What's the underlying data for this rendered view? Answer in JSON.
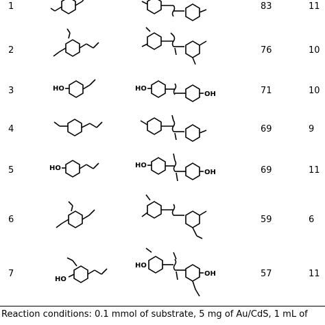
{
  "rows": [
    {
      "entry": "1",
      "value1": "83",
      "value2": "11"
    },
    {
      "entry": "2",
      "value1": "76",
      "value2": "10"
    },
    {
      "entry": "3",
      "value1": "71",
      "value2": "10"
    },
    {
      "entry": "4",
      "value1": "69",
      "value2": "9"
    },
    {
      "entry": "5",
      "value1": "69",
      "value2": "11"
    },
    {
      "entry": "6",
      "value1": "59",
      "value2": "6"
    },
    {
      "entry": "7",
      "value1": "57",
      "value2": "11"
    }
  ],
  "labels": {
    "ho": "HO",
    "oh": "OH"
  },
  "footnote": "Reaction conditions: 0.1 mmol of substrate, 5 mg of Au/CdS, 1 mL of"
}
